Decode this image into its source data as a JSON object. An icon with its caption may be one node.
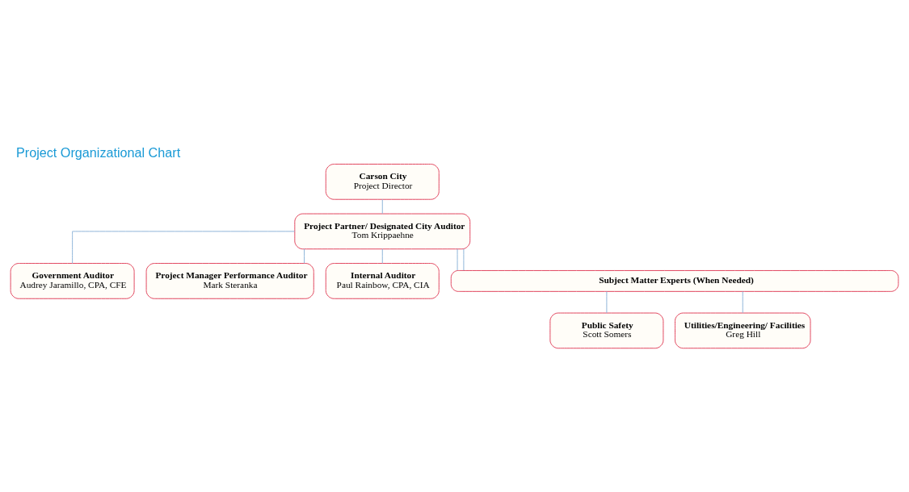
{
  "diagram": {
    "title": "Project Organizational Chart",
    "nodes": [
      {
        "text": [
          "Carson City",
          "Project Director"
        ]
      },
      {
        "text": [
          "Project Partner/ Designated City Auditor",
          "Tom Krippaehne"
        ]
      },
      {
        "text": [
          "Government Auditor",
          "Audrey Jaramillo, CPA, CFE"
        ]
      },
      {
        "text": [
          "Project Manager Performance Auditor",
          "Mark Steranka"
        ]
      },
      {
        "text": [
          "Internal Auditor",
          "Paul Rainbow, CPA, CIA"
        ]
      },
      {
        "text": [
          "Subject Matter Experts (When Needed)"
        ]
      },
      {
        "text": [
          "Public Safety",
          "Scott Somers"
        ]
      },
      {
        "text": [
          "Utilities/Engineering/ Facilities",
          "Greg Hill"
        ]
      }
    ],
    "edges": [
      {
        "from": 0,
        "to": 1,
        "arrow": "none"
      },
      {
        "from": 1,
        "to": 2,
        "arrow": "none"
      },
      {
        "from": 1,
        "to": 3,
        "arrow": "none"
      },
      {
        "from": 1,
        "to": 4,
        "arrow": "none"
      },
      {
        "from": 1,
        "to": 5,
        "arrow": "none"
      },
      {
        "from": 1,
        "to": 5,
        "arrow": "none"
      },
      {
        "from": 5,
        "to": 6,
        "arrow": "none"
      },
      {
        "from": 5,
        "to": 7,
        "arrow": "none"
      }
    ]
  }
}
